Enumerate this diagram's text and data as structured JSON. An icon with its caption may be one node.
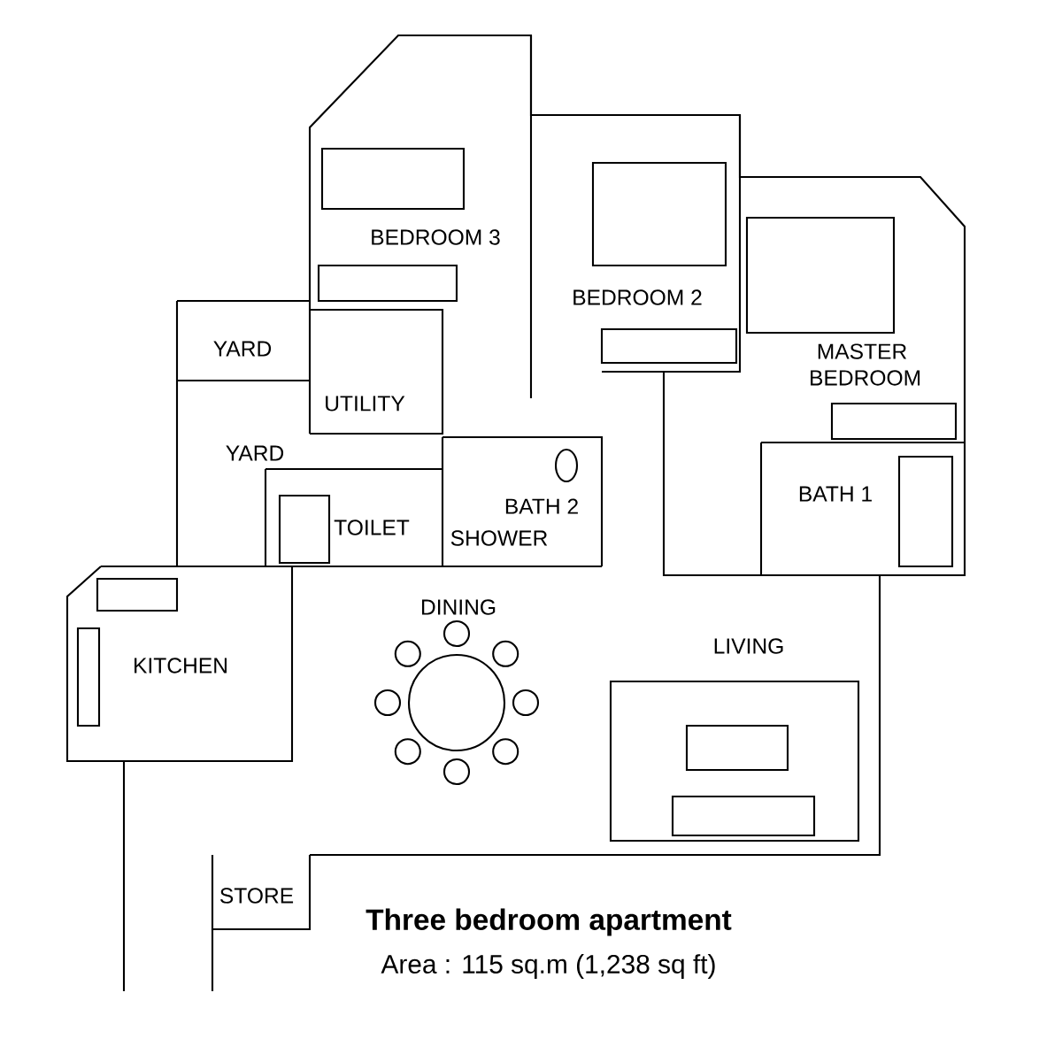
{
  "diagram": {
    "title": "Three bedroom apartment",
    "caption": "Area : 115 sq.m (1,238 sq ft)",
    "labels": [
      "BEDROOM 3",
      "BEDROOM 2",
      "MASTER BEDROOM",
      "YARD",
      "UTILITY",
      "YARD",
      "BATH 1",
      "BATH 2",
      "TOILET",
      "SHOWER",
      "DINING",
      "KITCHEN",
      "LIVING",
      "STORE"
    ]
  }
}
